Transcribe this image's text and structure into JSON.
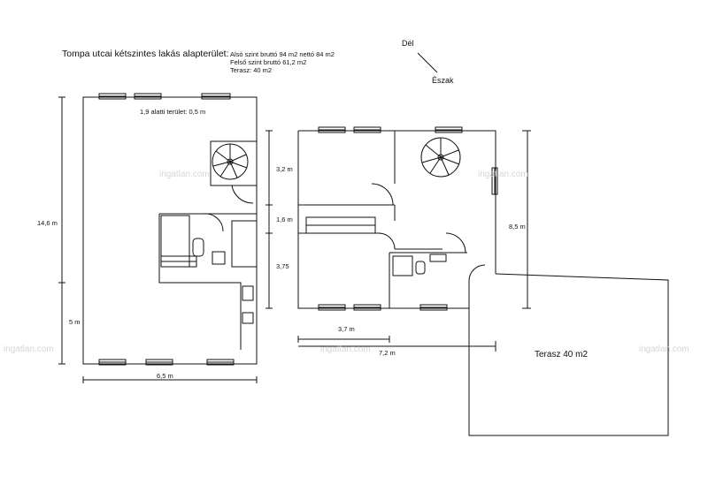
{
  "title": "Tompa utcai kétszintes lakás alapterület:",
  "area_lines": [
    "Alsó szint bruttó 94 m2 nettó 84 m2",
    "Felső szint bruttó 61,2 m2",
    "Terasz: 40 m2"
  ],
  "compass": {
    "south": "Dél",
    "north": "Észak"
  },
  "left_plan": {
    "note": "1,9 alatti terület: 0,5 m",
    "dim_height_total": "14,6 m",
    "dim_height_lower": "5 m",
    "dim_width": "6,5 m"
  },
  "right_plan": {
    "dim_upper": "3,2 m",
    "dim_middle": "1,6 m",
    "dim_lower": "3,75",
    "dim_height": "8,5 m",
    "dim_width_left": "3,7 m",
    "dim_width_total": "7,2 m"
  },
  "terrace_label": "Terasz 40 m2",
  "watermark": "ingatlan.com",
  "colors": {
    "line": "#111111",
    "watermark": "#d6d6d6"
  }
}
